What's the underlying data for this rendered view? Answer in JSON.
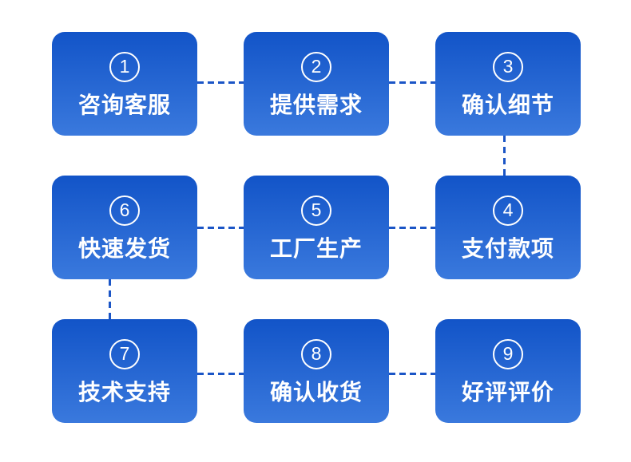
{
  "colors": {
    "background": "#ffffff",
    "box_gradient_top": "#1254c8",
    "box_gradient_bottom": "#3a79dd",
    "connector_dash": "#1b55c6",
    "text": "#ffffff"
  },
  "diagram": {
    "type": "process-flow",
    "rows": [
      [
        {
          "number": "1",
          "label": "咨询客服"
        },
        {
          "number": "2",
          "label": "提供需求"
        },
        {
          "number": "3",
          "label": "确认细节"
        }
      ],
      [
        {
          "number": "6",
          "label": "快速发货"
        },
        {
          "number": "5",
          "label": "工厂生产"
        },
        {
          "number": "4",
          "label": "支付款项"
        }
      ],
      [
        {
          "number": "7",
          "label": "技术支持"
        },
        {
          "number": "8",
          "label": "确认收货"
        },
        {
          "number": "9",
          "label": "好评评价"
        }
      ]
    ]
  }
}
